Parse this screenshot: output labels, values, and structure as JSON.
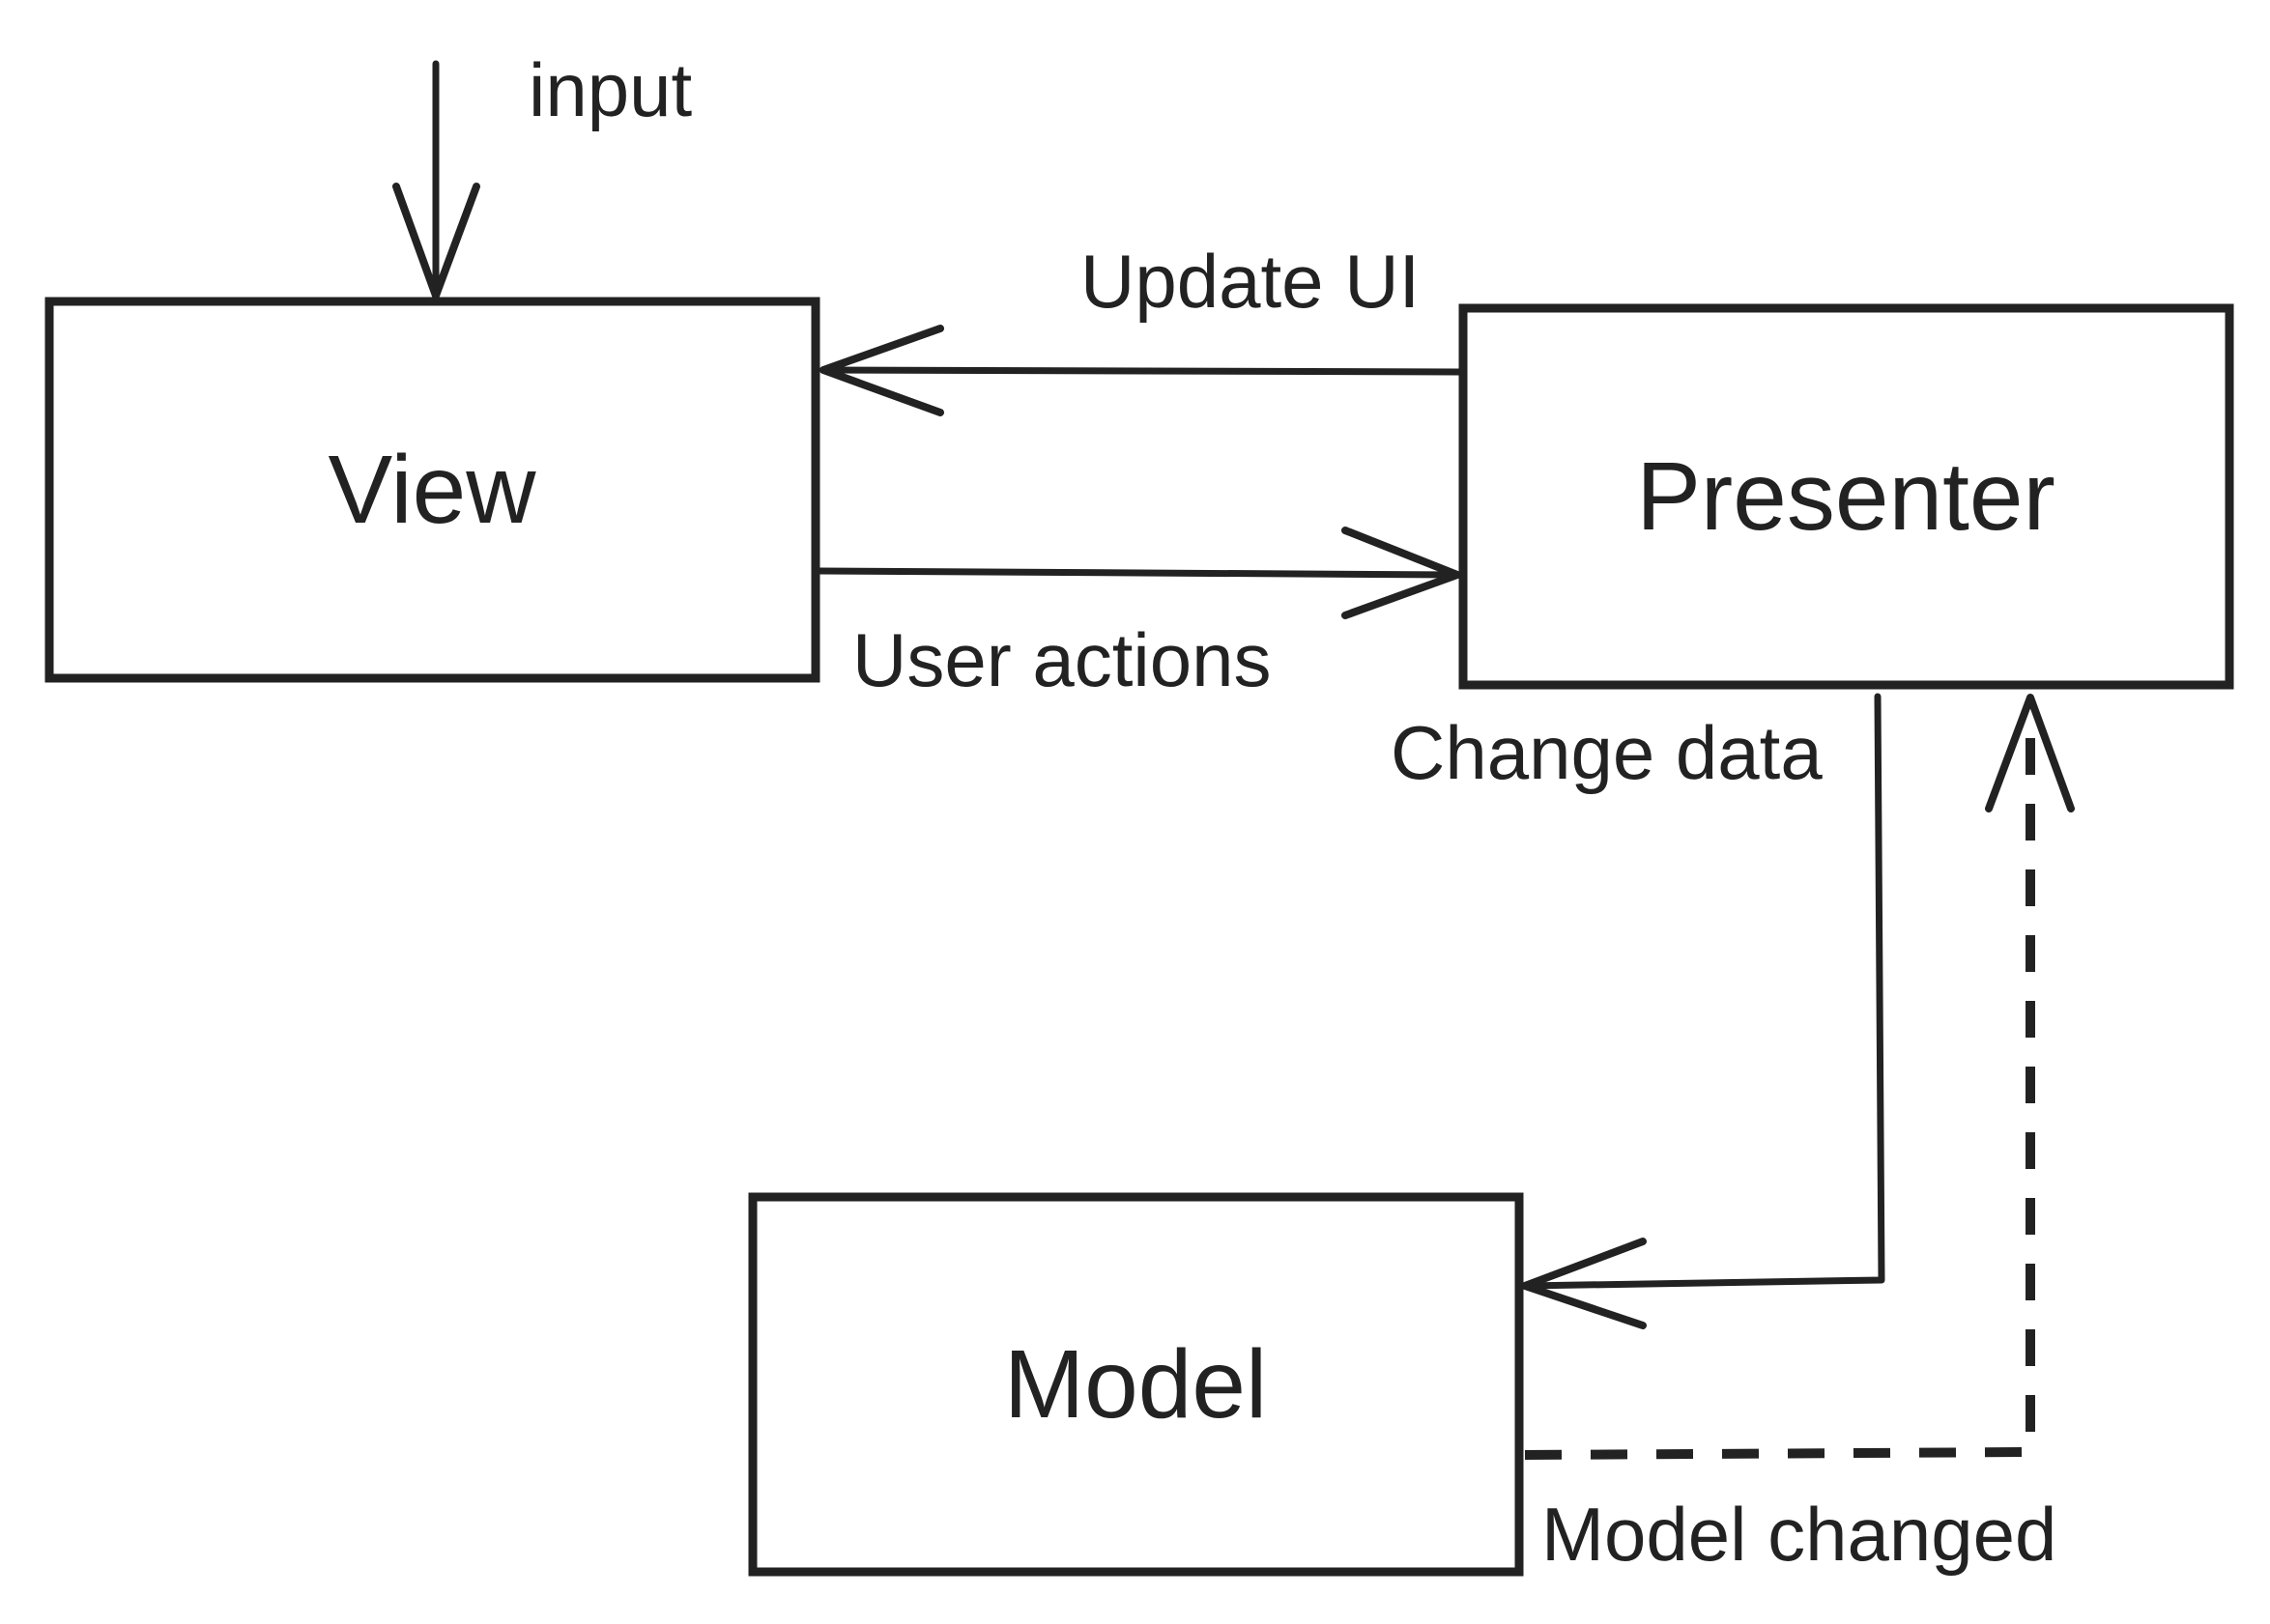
{
  "colors": {
    "ink": "#222222",
    "background": "#ffffff"
  },
  "nodes": {
    "view": {
      "label": "View"
    },
    "presenter": {
      "label": "Presenter"
    },
    "model": {
      "label": "Model"
    }
  },
  "edges": {
    "input": {
      "label": "input",
      "from": "",
      "to": "View",
      "style": "solid"
    },
    "update_ui": {
      "label": "Update UI",
      "from": "Presenter",
      "to": "View",
      "style": "solid"
    },
    "user_actions": {
      "label": "User actions",
      "from": "View",
      "to": "Presenter",
      "style": "solid"
    },
    "change_data": {
      "label": "Change data",
      "from": "Presenter",
      "to": "Model",
      "style": "solid"
    },
    "model_changed": {
      "label": "Model changed",
      "from": "Model",
      "to": "Presenter",
      "style": "dashed"
    }
  }
}
